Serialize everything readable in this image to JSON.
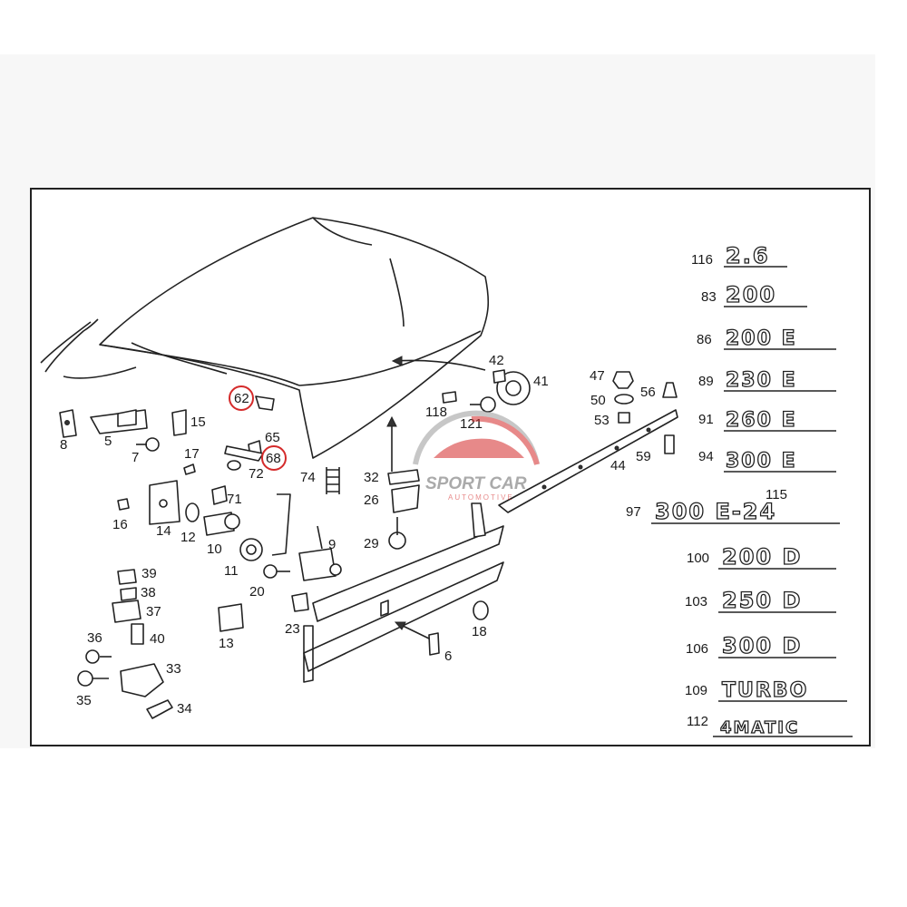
{
  "diagram": {
    "callouts": [
      {
        "id": "c116",
        "label": "116"
      },
      {
        "id": "c83",
        "label": "83"
      },
      {
        "id": "c86",
        "label": "86"
      },
      {
        "id": "c89",
        "label": "89"
      },
      {
        "id": "c91",
        "label": "91"
      },
      {
        "id": "c94",
        "label": "94"
      },
      {
        "id": "c115",
        "label": "115"
      },
      {
        "id": "c97",
        "label": "97"
      },
      {
        "id": "c100",
        "label": "100"
      },
      {
        "id": "c103",
        "label": "103"
      },
      {
        "id": "c106",
        "label": "106"
      },
      {
        "id": "c109",
        "label": "109"
      },
      {
        "id": "c112",
        "label": "112"
      }
    ],
    "parts": {
      "p62": "62",
      "p68": "68",
      "p65": "65",
      "p72": "72",
      "p8": "8",
      "p5": "5",
      "p7": "7",
      "p15": "15",
      "p17": "17",
      "p71": "71",
      "p74": "74",
      "p16": "16",
      "p14": "14",
      "p12": "12",
      "p10": "10",
      "p11": "11",
      "p9": "9",
      "p39": "39",
      "p38": "38",
      "p37": "37",
      "p36": "36",
      "p40": "40",
      "p33": "33",
      "p35": "35",
      "p34": "34",
      "p13": "13",
      "p20": "20",
      "p23": "23",
      "p32": "32",
      "p26": "26",
      "p29": "29",
      "p6": "6",
      "p18": "18",
      "p42": "42",
      "p41": "41",
      "p118": "118",
      "p121": "121",
      "p47": "47",
      "p50": "50",
      "p53": "53",
      "p56": "56",
      "p44": "44",
      "p59": "59"
    },
    "highlighted": [
      "62",
      "68"
    ],
    "highlight_color": "#d42a2a"
  },
  "emblems": {
    "e116": "2.6",
    "e83": "200",
    "e86": "200 E",
    "e89": "230 E",
    "e91": "260 E",
    "e94": "300 E",
    "e97": "300 E-24",
    "e100": "200 D",
    "e103": "250 D",
    "e106": "300 D",
    "e109": "TURBO",
    "e112": "4MATIC"
  },
  "watermark": {
    "line1": "SPORT CAR",
    "line2": "AUTOMOTIVE",
    "accent": "#d42a2a"
  }
}
